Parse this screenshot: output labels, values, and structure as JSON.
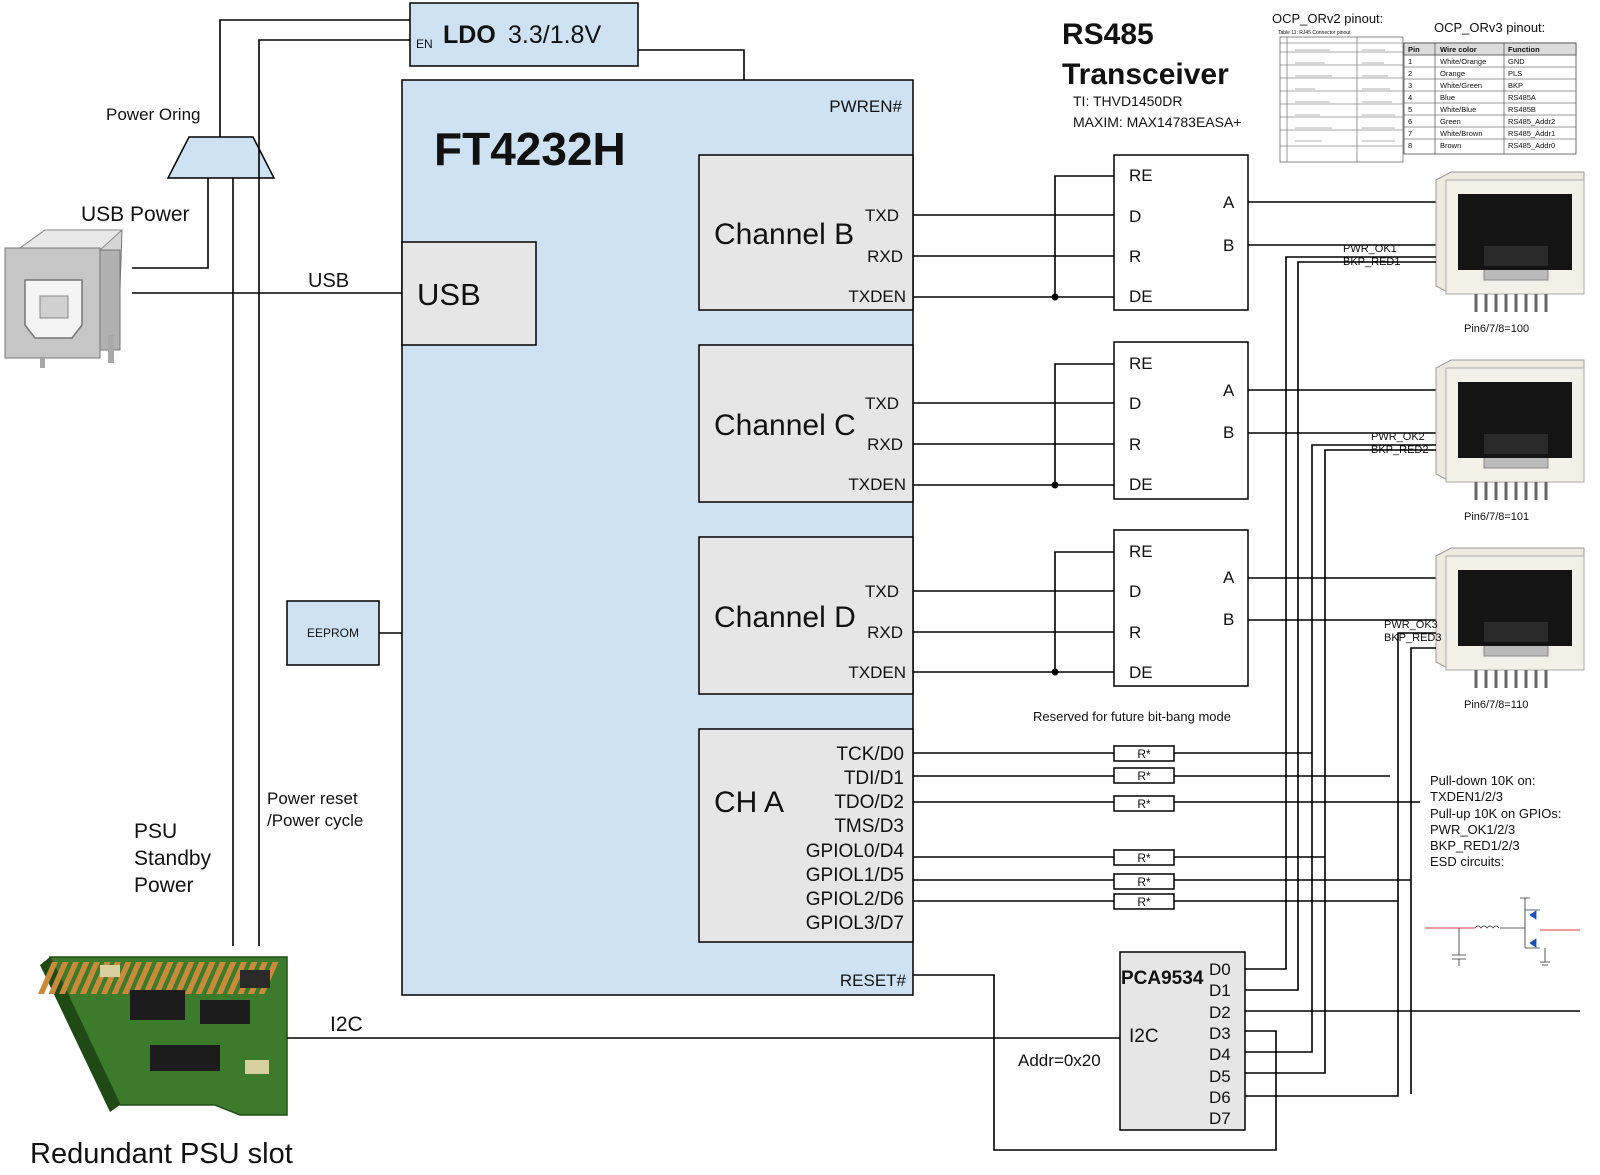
{
  "ldo": {
    "en": "EN",
    "name": "LDO",
    "voltage": "3.3/1.8V"
  },
  "ft": {
    "title": "FT4232H",
    "pwren": "PWREN#",
    "reset": "RESET#"
  },
  "usb": {
    "block": "USB",
    "wire": "USB",
    "power": "USB Power",
    "oring": "Power Oring"
  },
  "channels": [
    {
      "name": "Channel B",
      "txd": "TXD",
      "rxd": "RXD",
      "txden": "TXDEN"
    },
    {
      "name": "Channel C",
      "txd": "TXD",
      "rxd": "RXD",
      "txden": "TXDEN"
    },
    {
      "name": "Channel D",
      "txd": "TXD",
      "rxd": "RXD",
      "txden": "TXDEN"
    }
  ],
  "cha": {
    "name": "CH A",
    "pins": [
      "TCK/D0",
      "TDI/D1",
      "TDO/D2",
      "TMS/D3",
      "GPIOL0/D4",
      "GPIOL1/D5",
      "GPIOL2/D6",
      "GPIOL3/D7"
    ]
  },
  "transceiver": {
    "title1": "RS485",
    "title2": "Transceiver",
    "ti": "TI: THVD1450DR",
    "maxim": "MAXIM: MAX14783EASA+",
    "pins_left": [
      "RE",
      "D",
      "R",
      "DE"
    ],
    "pins_right": [
      "A",
      "B"
    ]
  },
  "rj45": [
    {
      "pwr": "PWR_OK1",
      "bkp": "BKP_RED1",
      "label": "Pin6/7/8=100"
    },
    {
      "pwr": "PWR_OK2",
      "bkp": "BKP_RED2",
      "label": "Pin6/7/8=101"
    },
    {
      "pwr": "PWR_OK3",
      "bkp": "BKP_RED3",
      "label": "Pin6/7/8=110"
    }
  ],
  "eeprom": "EEPROM",
  "power_reset": [
    "Power reset",
    "/Power cycle"
  ],
  "psu_standby": [
    "PSU",
    "Standby",
    "Power"
  ],
  "i2c_wire": "I2C",
  "redundant_psu": "Redundant PSU slot",
  "reserved": "Reserved for future bit-bang mode",
  "resistor": "R*",
  "pca": {
    "name": "PCA9534",
    "i2c": "I2C",
    "addr": "Addr=0x20",
    "pins": [
      "D0",
      "D1",
      "D2",
      "D3",
      "D4",
      "D5",
      "D6",
      "D7"
    ]
  },
  "pull_notes": [
    "Pull-down 10K on:",
    "TXDEN1/2/3",
    "Pull-up 10K on GPIOs:",
    "PWR_OK1/2/3",
    "BKP_RED1/2/3",
    "ESD circuits:"
  ],
  "ocp_v2": {
    "title": "OCP_ORv2 pinout:",
    "caption": "Table 11: RJ45 Connector pinout"
  },
  "ocp_v3": {
    "title": "OCP_ORv3 pinout:",
    "headers": [
      "Pin",
      "Wire color",
      "Function"
    ],
    "rows": [
      [
        "1",
        "White/Orange",
        "GND"
      ],
      [
        "2",
        "Orange",
        "PLS"
      ],
      [
        "3",
        "White/Green",
        "BKP"
      ],
      [
        "4",
        "Blue",
        "RS485A"
      ],
      [
        "5",
        "White/Blue",
        "RS485B"
      ],
      [
        "6",
        "Green",
        "RS485_Addr2"
      ],
      [
        "7",
        "White/Brown",
        "RS485_Addr1"
      ],
      [
        "8",
        "Brown",
        "RS485_Addr0"
      ]
    ]
  },
  "colors": {
    "chip": "#cfe2f3",
    "block": "#e6e6e6",
    "esd": "#c00000"
  }
}
